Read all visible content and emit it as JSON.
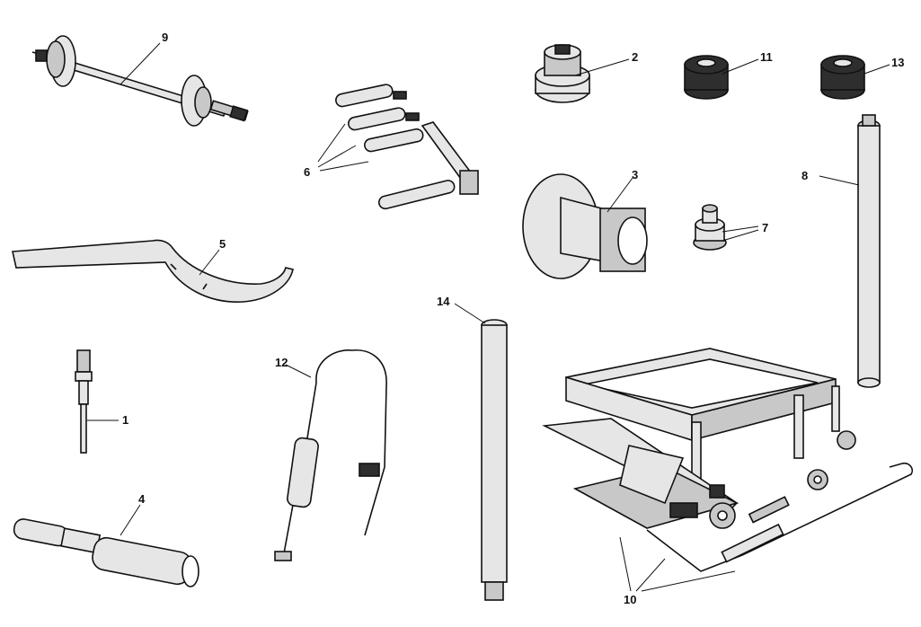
{
  "callouts": [
    {
      "key": "c1",
      "text": "1"
    },
    {
      "key": "c2",
      "text": "2"
    },
    {
      "key": "c3",
      "text": "3"
    },
    {
      "key": "c4",
      "text": "4"
    },
    {
      "key": "c5",
      "text": "5"
    },
    {
      "key": "c6",
      "text": "6"
    },
    {
      "key": "c7",
      "text": "7"
    },
    {
      "key": "c8",
      "text": "8"
    },
    {
      "key": "c9",
      "text": "9"
    },
    {
      "key": "c10",
      "text": "10"
    },
    {
      "key": "c11",
      "text": "11"
    },
    {
      "key": "c12",
      "text": "12"
    },
    {
      "key": "c13",
      "text": "13"
    },
    {
      "key": "c14",
      "text": "14"
    }
  ],
  "colors": {
    "outline": "#111111",
    "fill_light": "#e6e6e6",
    "fill_mid": "#c8c8c8",
    "fill_dark": "#2e2e2e",
    "background": "#ffffff"
  }
}
